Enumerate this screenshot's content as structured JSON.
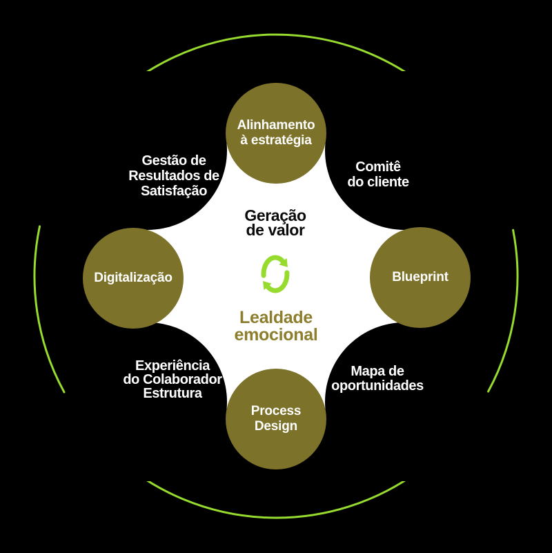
{
  "colors": {
    "background": "#000000",
    "node_olive": "#7D7229",
    "accent_lime": "#97DB2F",
    "cross_white": "#FFFFFF",
    "value_title_color": "#0A0A0A",
    "loyalty_title_color": "#8C7E2C"
  },
  "center": {
    "value_title": {
      "line1": "Geração",
      "line2": "de valor"
    },
    "cycle_icon": "cycle-refresh-icon",
    "loyalty_title": {
      "line1": "Lealdade",
      "line2": "emocional"
    }
  },
  "nodes": {
    "top": {
      "line1": "Alinhamento",
      "line2": "à estratégia"
    },
    "right": {
      "line1": "Blueprint"
    },
    "bottom": {
      "line1": "Process",
      "line2": "Design"
    },
    "left": {
      "line1": "Digitalização"
    }
  },
  "labels": {
    "top_left": {
      "line1": "Gestão de",
      "line2": "Resultados de",
      "line3": "Satisfação"
    },
    "top_right": {
      "line1": "Comitê",
      "line2": "do cliente"
    },
    "bottom_left": {
      "line1": "Experiência",
      "line2": "do Colaborador",
      "line3": "Estrutura"
    },
    "bottom_right": {
      "line1": "Mapa de",
      "line2": "oportunidades"
    }
  }
}
